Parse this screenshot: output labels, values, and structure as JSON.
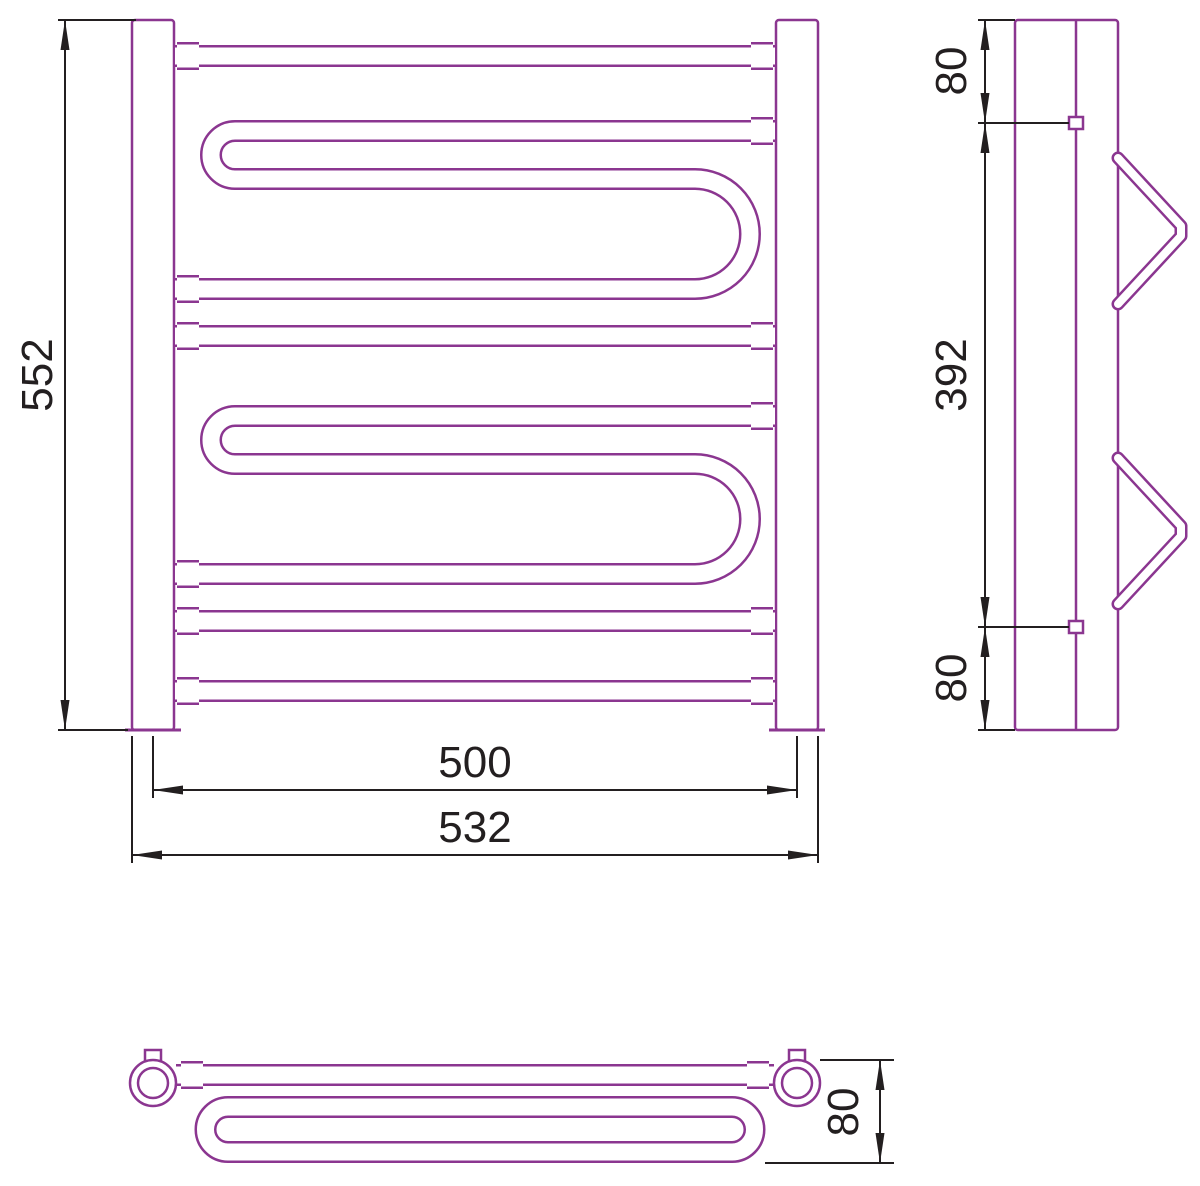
{
  "drawing": {
    "front_view": {
      "height_label": "552",
      "width_inner_label": "500",
      "width_outer_label": "532"
    },
    "side_view": {
      "top_offset_label": "80",
      "mount_span_label": "392",
      "bottom_offset_label": "80"
    },
    "top_view": {
      "depth_label": "80"
    }
  },
  "colors": {
    "product-line": "#8b3690",
    "dim-line": "#231f20",
    "page-bg": "#ffffff"
  }
}
